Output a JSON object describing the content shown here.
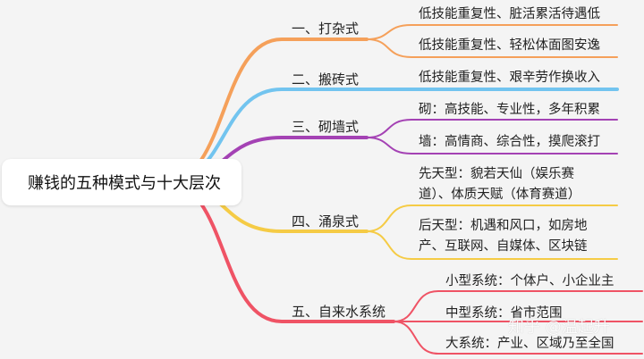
{
  "root": {
    "label": "赚钱的五种模式与十大层次"
  },
  "branches": [
    {
      "label": "一、打杂式",
      "color": "#f5a05a",
      "leaves": [
        "低技能重复性、脏活累活待遇低",
        "低技能重复性、轻松体面图安逸"
      ]
    },
    {
      "label": "二、搬砖式",
      "color": "#72c4ef",
      "leaves": [
        "低技能重复性、艰辛劳作换收入"
      ]
    },
    {
      "label": "三、砌墙式",
      "color": "#a442b4",
      "leaves": [
        "砌：高技能、专业性，多年积累",
        "墙：高情商、综合性，摸爬滚打"
      ]
    },
    {
      "label": "四、涌泉式",
      "color": "#f5cb45",
      "leaves": [
        {
          "line1": "先天型：貌若天仙（娱乐赛",
          "line2": "道）、体质天赋（体育赛道）"
        },
        {
          "line1": "后天型：机遇和风口，如房地",
          "line2": "产、互联网、自媒体、区块链"
        }
      ]
    },
    {
      "label": "五、自来水系统",
      "color": "#ef5365",
      "leaves": [
        "小型系统：个体户、小企业主",
        "中型系统：省市范围",
        "大系统：产业、区域乃至全国"
      ]
    }
  ],
  "watermark": "知乎 @温起升"
}
